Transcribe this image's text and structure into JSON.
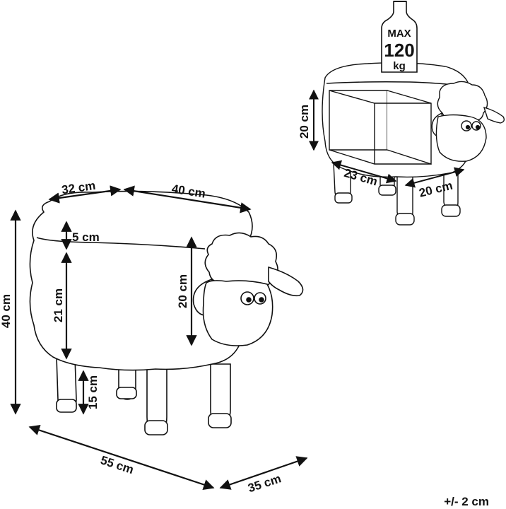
{
  "weight_tag": {
    "max": "MAX",
    "value": "120",
    "unit": "kg"
  },
  "main_view": {
    "top_width": "32 cm",
    "top_length": "40 cm",
    "cushion": "5 cm",
    "body_height": "21 cm",
    "head_height": "20 cm",
    "leg_height": "15 cm",
    "total_height": "40 cm",
    "length": "55 cm",
    "width": "35 cm"
  },
  "storage_view": {
    "height": "20 cm",
    "length": "23 cm",
    "width": "20 cm"
  },
  "tolerance": "+/- 2 cm",
  "colors": {
    "line": "#111111",
    "background": "#ffffff"
  }
}
